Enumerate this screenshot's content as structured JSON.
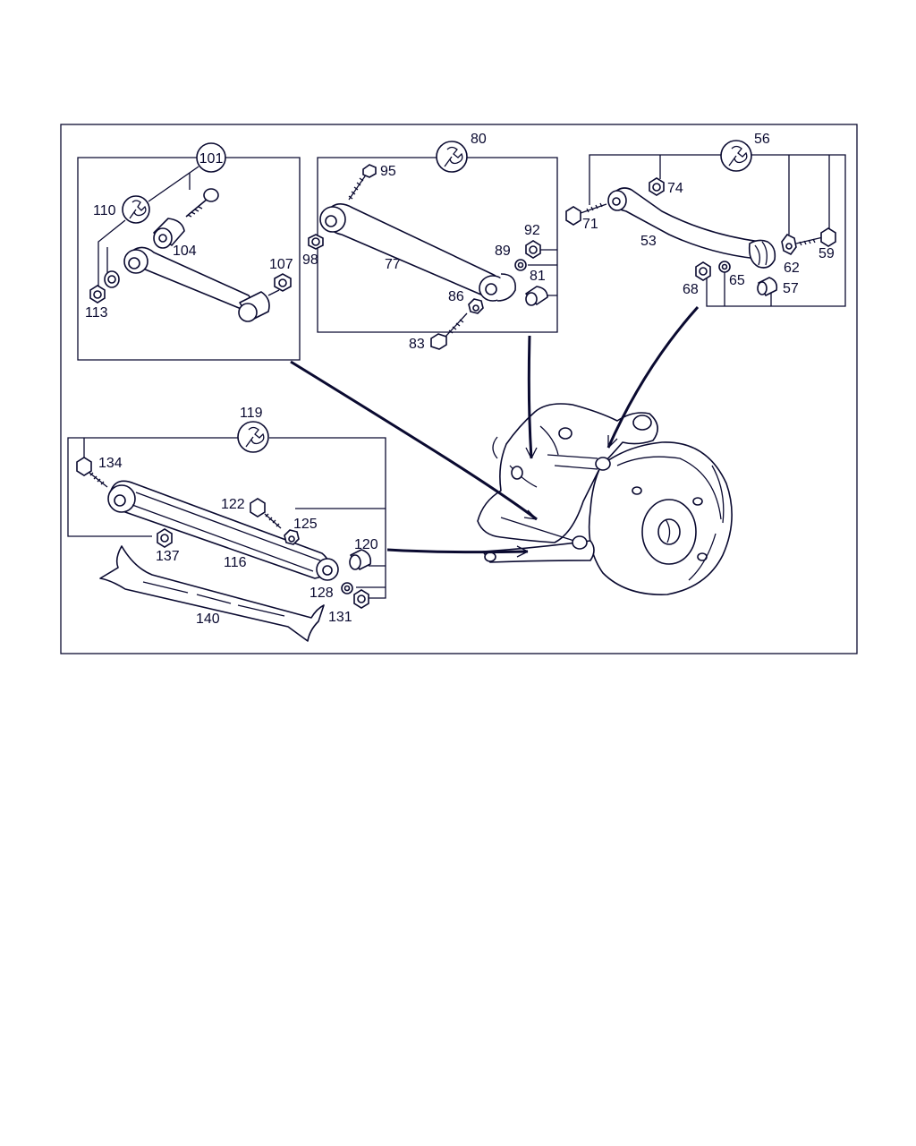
{
  "labels": {
    "l101": "101",
    "l110": "110",
    "l104": "104",
    "l107": "107",
    "l113": "113",
    "l80": "80",
    "l95": "95",
    "l98": "98",
    "l77": "77",
    "l92": "92",
    "l89": "89",
    "l81": "81",
    "l86": "86",
    "l83": "83",
    "l56": "56",
    "l74": "74",
    "l71": "71",
    "l53": "53",
    "l62": "62",
    "l59": "59",
    "l68": "68",
    "l65": "65",
    "l57": "57",
    "l119": "119",
    "l134": "134",
    "l122": "122",
    "l125": "125",
    "l120": "120",
    "l137": "137",
    "l116": "116",
    "l128": "128",
    "l131": "131",
    "l140": "140"
  },
  "icons": {
    "group_marker": "circled-number-icon",
    "tool": "wrench-icon"
  },
  "colors": {
    "ink": "#0a0a30",
    "paper": "#ffffff"
  }
}
